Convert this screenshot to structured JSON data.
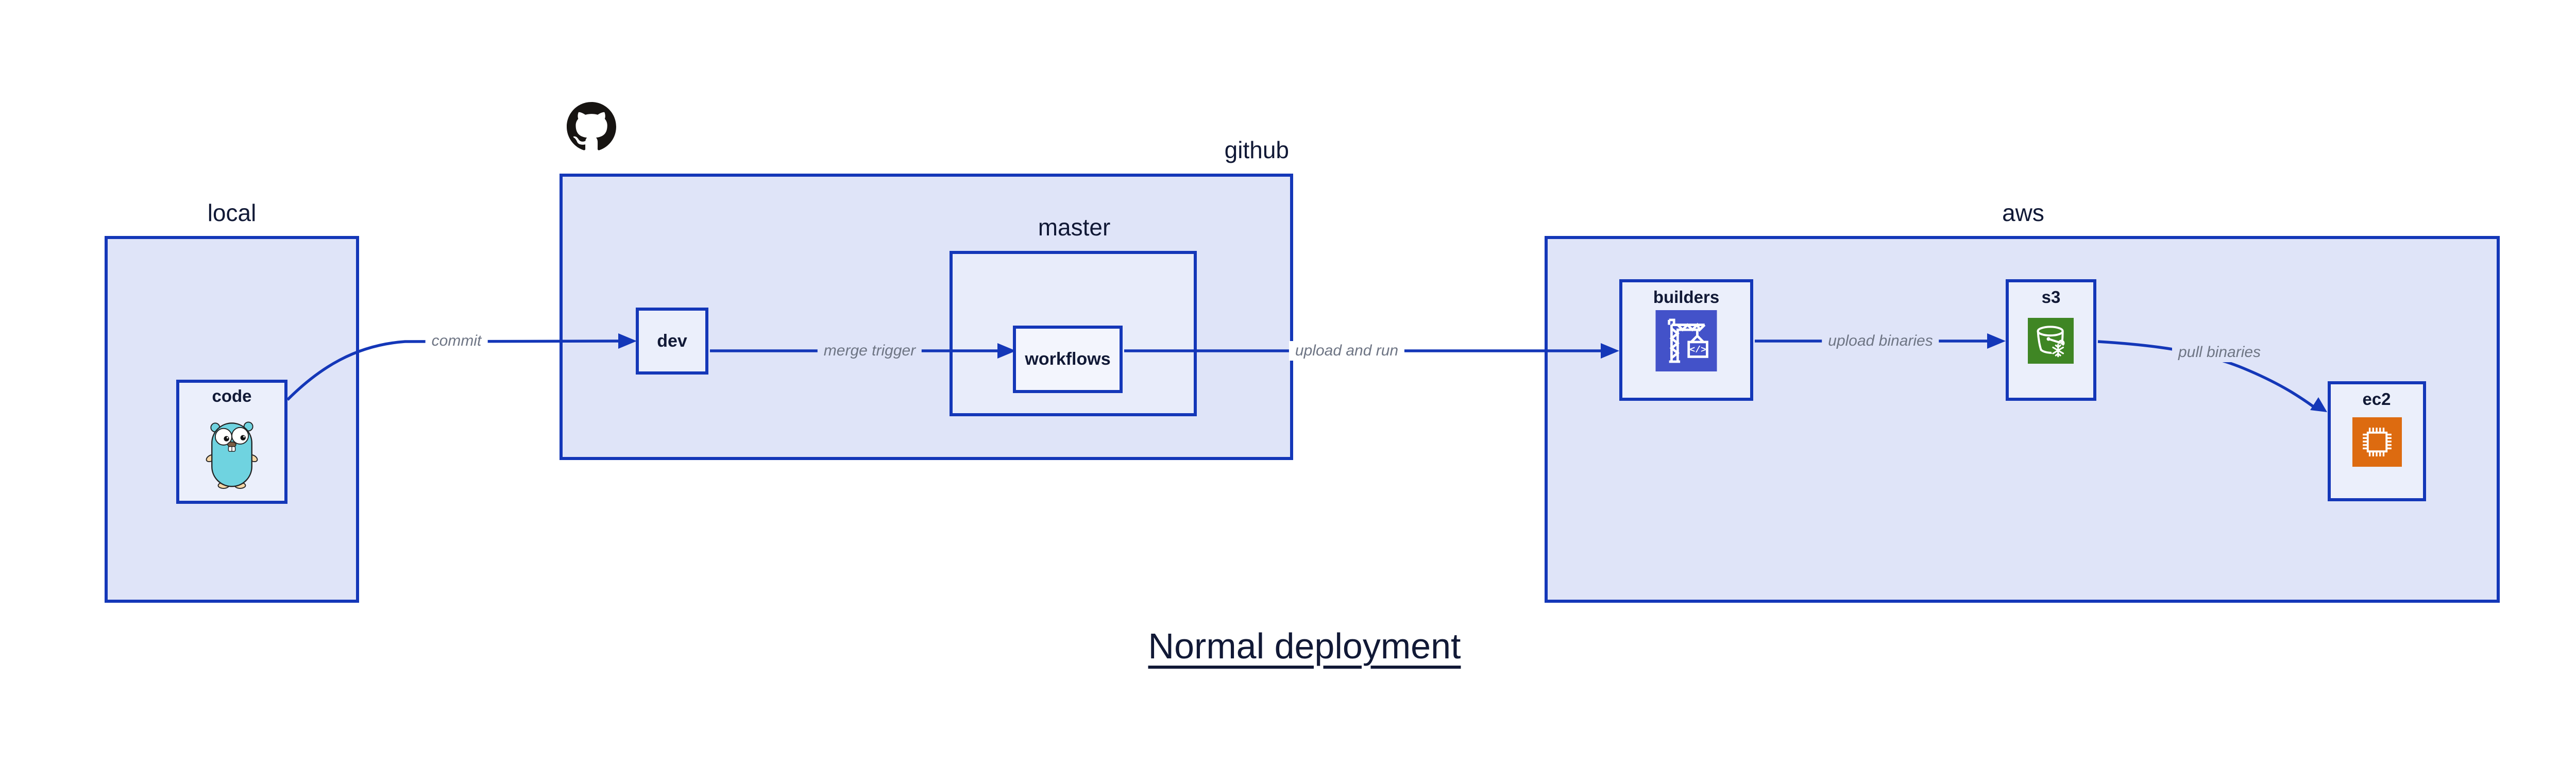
{
  "title": {
    "text": "Normal deployment"
  },
  "containers": {
    "local": {
      "label": "local"
    },
    "github": {
      "label": "github"
    },
    "master": {
      "label": "master"
    },
    "aws": {
      "label": "aws"
    }
  },
  "nodes": {
    "code": {
      "label": "code"
    },
    "dev": {
      "label": "dev"
    },
    "workflows": {
      "label": "workflows"
    },
    "builders": {
      "label": "builders"
    },
    "s3": {
      "label": "s3"
    },
    "ec2": {
      "label": "ec2"
    }
  },
  "edges": [
    {
      "label": "commit",
      "from": "code",
      "to": "dev"
    },
    {
      "label": "merge trigger",
      "from": "dev",
      "to": "workflows"
    },
    {
      "label": "upload and run",
      "from": "workflows",
      "to": "builders"
    },
    {
      "label": "upload binaries",
      "from": "builders",
      "to": "s3"
    },
    {
      "label": "pull binaries",
      "from": "s3",
      "to": "ec2"
    }
  ],
  "icons": {
    "github_logo": "octocat-mark",
    "code_icon": "go-gopher",
    "builders_icon": "aws-codebuild-crane",
    "s3_icon": "aws-s3-glacier-bucket",
    "ec2_icon": "aws-ec2-chip",
    "codebuild_glyph": "</>"
  },
  "colors": {
    "line": "#1437b8",
    "container_fill": "#dfe4f8",
    "mid_fill": "#e8ecfa",
    "leaf_fill": "#ebeffb",
    "workflows_fill": "#f3f5fd",
    "text": "#111936",
    "edge_label": "#6e7584",
    "codebuild": "#4352c9",
    "s3": "#3f8624",
    "ec2": "#dd6b10",
    "github_black": "#171412",
    "gopher_body": "#6fd3e0"
  }
}
